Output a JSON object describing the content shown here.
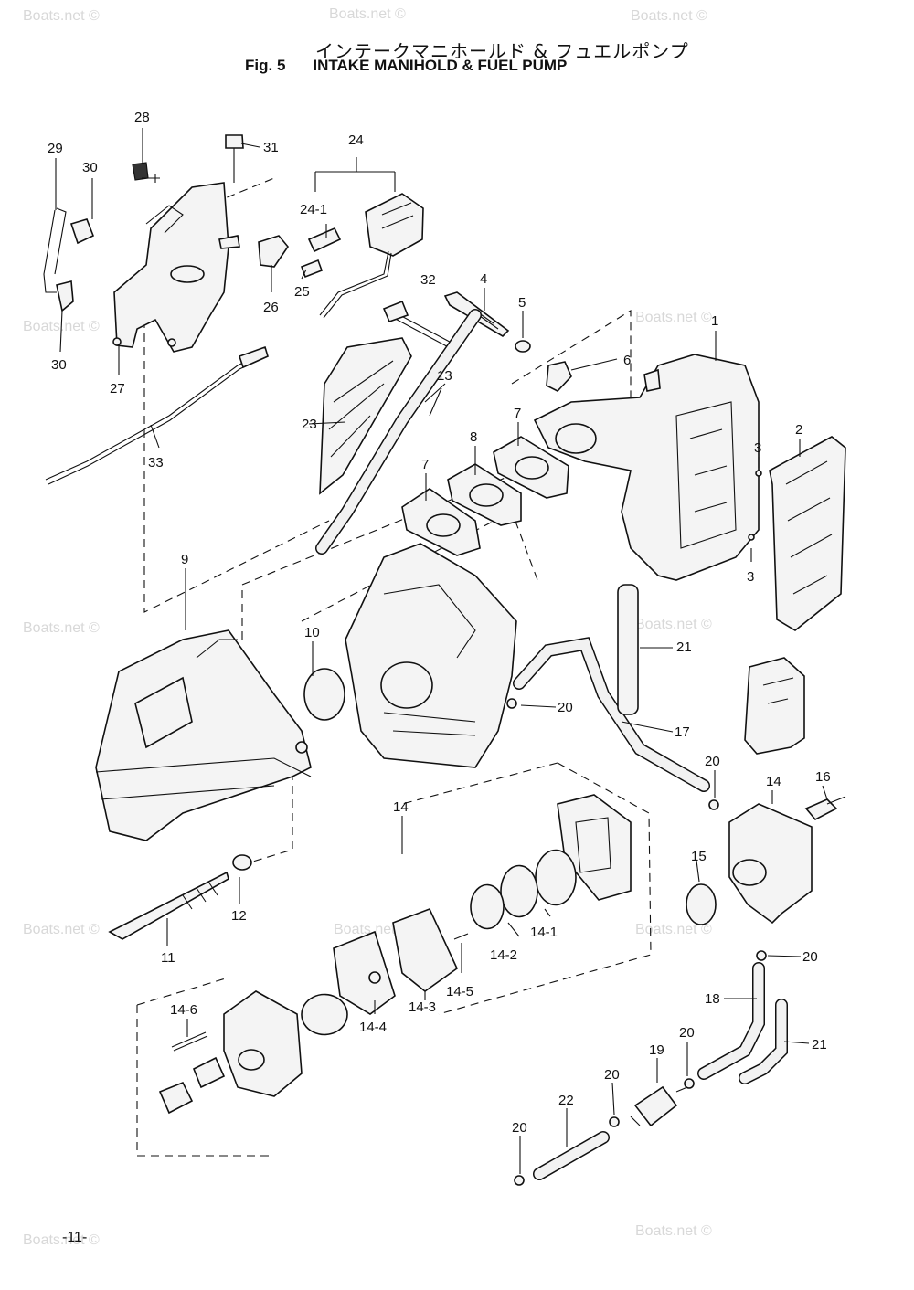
{
  "title": {
    "japanese": "インテークマニホールド & フュエルポンプ",
    "fig": "Fig. 5",
    "name": "INTAKE MANIHOLD & FUEL PUMP"
  },
  "page_number": "-11-",
  "watermark": "Boats.net ©",
  "callouts": {
    "c1": "1",
    "c2": "2",
    "c3a": "3",
    "c3b": "3",
    "c4": "4",
    "c5": "5",
    "c6": "6",
    "c7a": "7",
    "c7b": "7",
    "c8": "8",
    "c9": "9",
    "c10": "10",
    "c11": "11",
    "c12": "12",
    "c13": "13",
    "c14a": "14",
    "c14b": "14",
    "c14_1": "14-1",
    "c14_2": "14-2",
    "c14_3": "14-3",
    "c14_4": "14-4",
    "c14_5": "14-5",
    "c14_6": "14-6",
    "c15": "15",
    "c16": "16",
    "c17": "17",
    "c18": "18",
    "c19": "19",
    "c20a": "20",
    "c20b": "20",
    "c20c": "20",
    "c20d": "20",
    "c20e": "20",
    "c20f": "20",
    "c21a": "21",
    "c21b": "21",
    "c22": "22",
    "c23": "23",
    "c24": "24",
    "c24_1": "24-1",
    "c25": "25",
    "c26": "26",
    "c27": "27",
    "c28": "28",
    "c29": "29",
    "c30a": "30",
    "c30b": "30",
    "c31": "31",
    "c32": "32",
    "c33": "33"
  }
}
